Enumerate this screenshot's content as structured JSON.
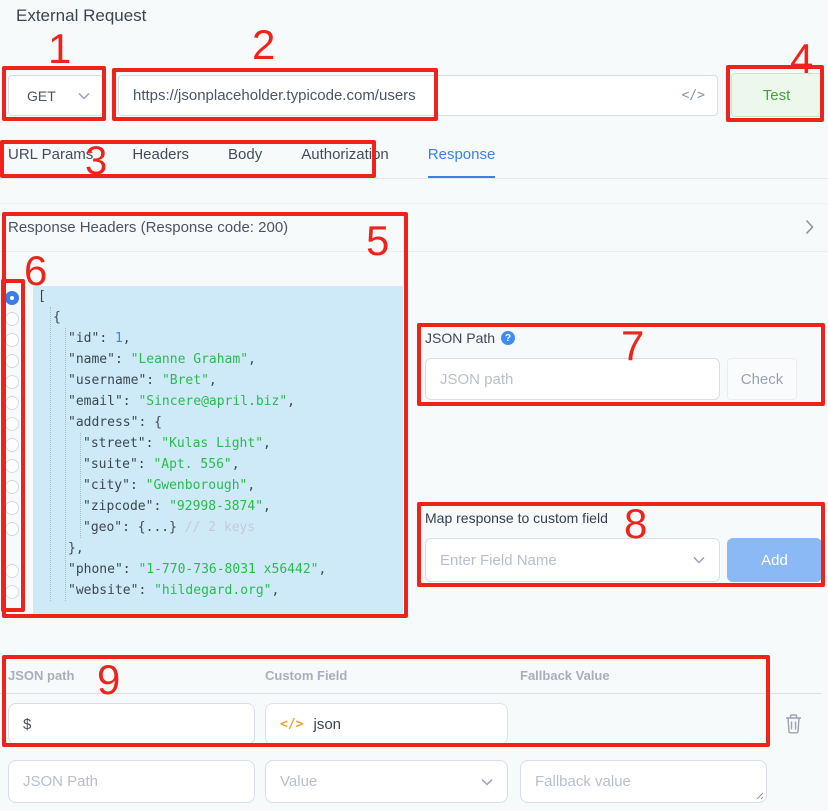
{
  "page": {
    "title": "External Request"
  },
  "request_bar": {
    "method": "GET",
    "url": "https://jsonplaceholder.typicode.com/users",
    "code_icon": "</>",
    "test_label": "Test"
  },
  "tabs": {
    "items": [
      "URL Params",
      "Headers",
      "Body",
      "Authorization",
      "Response"
    ],
    "active": "Response"
  },
  "response_panel": {
    "header": "Response Headers (Response code: 200)"
  },
  "json_viewer": {
    "selected_radio": 0,
    "lines": [
      {
        "radio": true,
        "indent": 0,
        "segments": [
          [
            "p",
            "["
          ]
        ]
      },
      {
        "radio": true,
        "indent": 1,
        "segments": [
          [
            "p",
            "{"
          ]
        ]
      },
      {
        "radio": true,
        "indent": 2,
        "segments": [
          [
            "k",
            "\"id\""
          ],
          [
            "p",
            ": "
          ],
          [
            "n",
            "1"
          ],
          [
            "p",
            ","
          ]
        ]
      },
      {
        "radio": true,
        "indent": 2,
        "segments": [
          [
            "k",
            "\"name\""
          ],
          [
            "p",
            ": "
          ],
          [
            "s",
            "\"Leanne Graham\""
          ],
          [
            "p",
            ","
          ]
        ]
      },
      {
        "radio": true,
        "indent": 2,
        "segments": [
          [
            "k",
            "\"username\""
          ],
          [
            "p",
            ": "
          ],
          [
            "s",
            "\"Bret\""
          ],
          [
            "p",
            ","
          ]
        ]
      },
      {
        "radio": true,
        "indent": 2,
        "segments": [
          [
            "k",
            "\"email\""
          ],
          [
            "p",
            ": "
          ],
          [
            "s",
            "\"Sincere@april.biz\""
          ],
          [
            "p",
            ","
          ]
        ]
      },
      {
        "radio": true,
        "indent": 2,
        "segments": [
          [
            "k",
            "\"address\""
          ],
          [
            "p",
            ": {"
          ]
        ]
      },
      {
        "radio": true,
        "indent": 3,
        "segments": [
          [
            "k",
            "\"street\""
          ],
          [
            "p",
            ": "
          ],
          [
            "s",
            "\"Kulas Light\""
          ],
          [
            "p",
            ","
          ]
        ]
      },
      {
        "radio": true,
        "indent": 3,
        "segments": [
          [
            "k",
            "\"suite\""
          ],
          [
            "p",
            ": "
          ],
          [
            "s",
            "\"Apt. 556\""
          ],
          [
            "p",
            ","
          ]
        ]
      },
      {
        "radio": true,
        "indent": 3,
        "segments": [
          [
            "k",
            "\"city\""
          ],
          [
            "p",
            ": "
          ],
          [
            "s",
            "\"Gwenborough\""
          ],
          [
            "p",
            ","
          ]
        ]
      },
      {
        "radio": true,
        "indent": 3,
        "segments": [
          [
            "k",
            "\"zipcode\""
          ],
          [
            "p",
            ": "
          ],
          [
            "s",
            "\"92998-3874\""
          ],
          [
            "p",
            ","
          ]
        ]
      },
      {
        "radio": true,
        "indent": 3,
        "segments": [
          [
            "k",
            "\"geo\""
          ],
          [
            "p",
            ": {...} "
          ],
          [
            "c",
            "// 2 keys"
          ]
        ]
      },
      {
        "radio": false,
        "indent": 2,
        "segments": [
          [
            "p",
            "},"
          ]
        ]
      },
      {
        "radio": true,
        "indent": 2,
        "segments": [
          [
            "k",
            "\"phone\""
          ],
          [
            "p",
            ": "
          ],
          [
            "s",
            "\"1-770-736-8031 x56442\""
          ],
          [
            "p",
            ","
          ]
        ]
      },
      {
        "radio": true,
        "indent": 2,
        "segments": [
          [
            "k",
            "\"website\""
          ],
          [
            "p",
            ": "
          ],
          [
            "s",
            "\"hildegard.org\""
          ],
          [
            "p",
            ","
          ]
        ]
      }
    ]
  },
  "json_path_section": {
    "label": "JSON Path",
    "help": "?",
    "placeholder": "JSON path",
    "check_label": "Check"
  },
  "map_section": {
    "label": "Map response to custom field",
    "placeholder": "Enter Field Name",
    "add_label": "Add"
  },
  "mapping_table": {
    "headers": [
      "JSON path",
      "Custom Field",
      "Fallback Value"
    ],
    "row": {
      "json_path_value": "$",
      "custom_field_icon": "</>",
      "custom_field_value": "json",
      "fallback_value": ""
    },
    "new_row": {
      "json_path_placeholder": "JSON Path",
      "value_placeholder": "Value",
      "fallback_placeholder": "Fallback value"
    }
  },
  "annotations": [
    "1",
    "2",
    "3",
    "4",
    "5",
    "6",
    "7",
    "8",
    "9"
  ],
  "colors": {
    "annotation_red": "#ee241c",
    "tab_active_blue": "#3b82e8",
    "test_green": "#41a53f",
    "add_blue": "#8bb9f6",
    "json_bg": "#cee9f8",
    "json_string_green": "#2abb4e",
    "json_number_blue": "#4285d8"
  }
}
